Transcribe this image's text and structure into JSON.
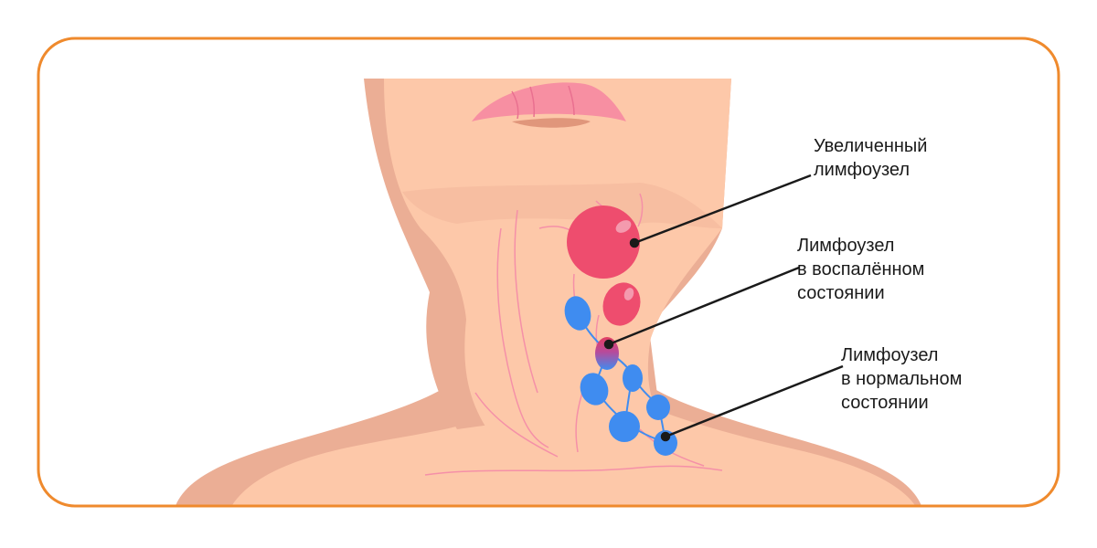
{
  "colors": {
    "frame": "#ef8a2d",
    "skin_light": "#fdc8a9",
    "skin_shadow": "#ebae95",
    "lip": "#f78fa2",
    "enlarged_node": "#ee4d6e",
    "inflamed_node": "#e23f63",
    "normal_node": "#3f8cf0",
    "pointer_line": "#1a1a1a"
  },
  "labels": {
    "enlarged_node": [
      "Увеличенный",
      "лимфоузел"
    ],
    "inflamed_node": [
      "Лимфоузел",
      "в воспалённом",
      "состоянии"
    ],
    "normal_node": [
      "Лимфоузел",
      "в нормальном",
      "состоянии"
    ]
  }
}
